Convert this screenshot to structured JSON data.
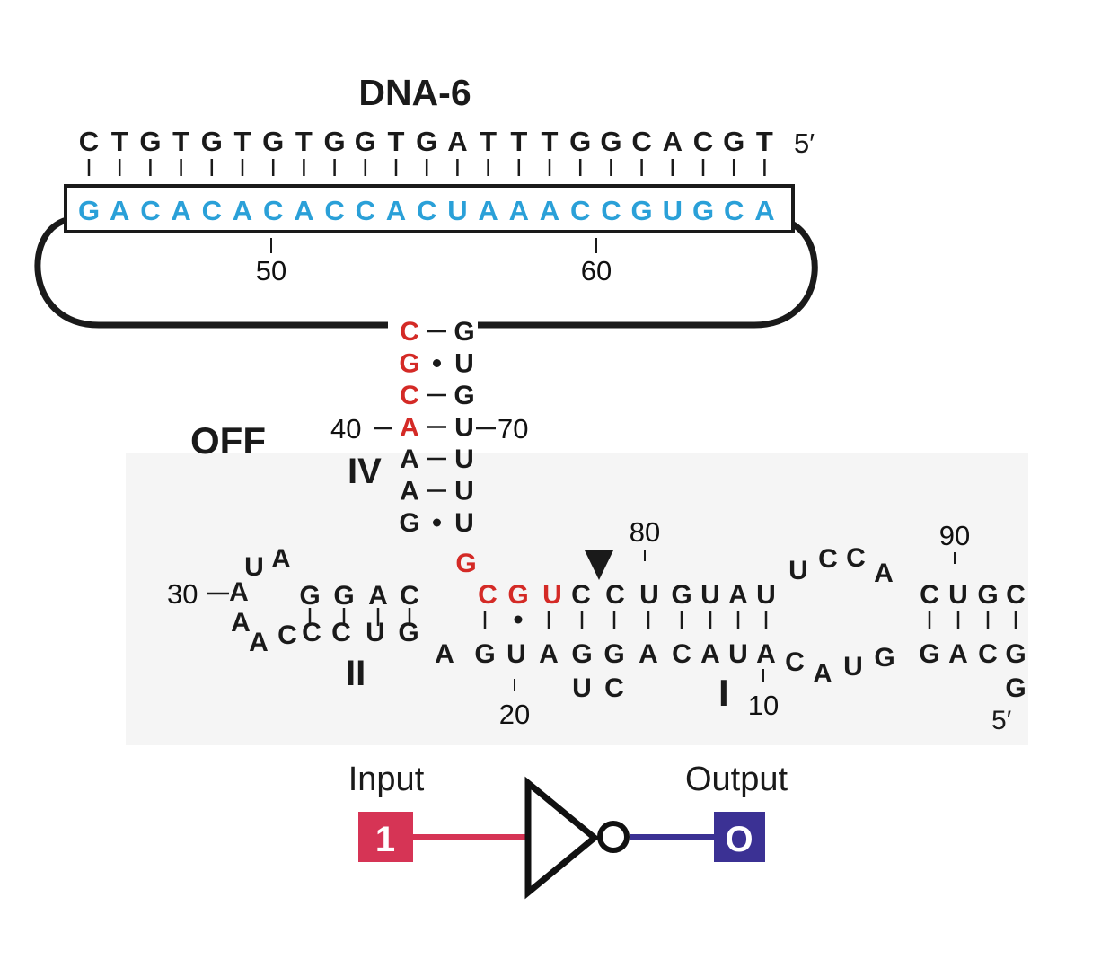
{
  "title": "DNA-6",
  "state_label": "OFF",
  "dna_sequence": [
    "C",
    "T",
    "G",
    "T",
    "G",
    "T",
    "G",
    "T",
    "G",
    "G",
    "T",
    "G",
    "A",
    "T",
    "T",
    "T",
    "G",
    "G",
    "C",
    "A",
    "C",
    "G",
    "T"
  ],
  "dna_end_label": "5′",
  "rna_boxed_sequence": [
    "G",
    "A",
    "C",
    "A",
    "C",
    "A",
    "C",
    "A",
    "C",
    "C",
    "A",
    "C",
    "U",
    "A",
    "A",
    "A",
    "C",
    "C",
    "G",
    "U",
    "G",
    "C",
    "A"
  ],
  "ruler": {
    "mark_50": "50",
    "mark_60": "60"
  },
  "stem_iv": {
    "label": "IV",
    "left": [
      "C",
      "G",
      "C",
      "A",
      "A",
      "A",
      "G"
    ],
    "right": [
      "G",
      "U",
      "G",
      "U",
      "U",
      "U",
      "U"
    ],
    "pair_symbols": [
      "–",
      "•",
      "–",
      "–",
      "–",
      "–",
      "•"
    ],
    "pos_40": "40",
    "pos_70": "70"
  },
  "stem_ii": {
    "label": "II",
    "upper": [
      "G",
      "G",
      "A",
      "C"
    ],
    "lower": [
      "C",
      "C",
      "U",
      "G"
    ],
    "loop_top": [
      "U",
      "A"
    ],
    "loop_left": [
      "A",
      "A"
    ],
    "loop_bottom": [
      "A",
      "C"
    ],
    "pos_30": "30"
  },
  "stem_i": {
    "label": "I",
    "top": [
      "C",
      "G",
      "U",
      "C",
      "C",
      "U",
      "G",
      "U",
      "A",
      "U"
    ],
    "top_red_count": 3,
    "junction_red": "G",
    "bottom": [
      "A",
      "G",
      "U",
      "A",
      "G",
      "G",
      "A",
      "C",
      "A",
      "U",
      "A"
    ],
    "bulge": [
      "U",
      "C"
    ],
    "pos_80": "80",
    "pos_20": "20",
    "pos_10": "10"
  },
  "loop_ucca": [
    "U",
    "C",
    "C",
    "A"
  ],
  "strand_caug": [
    "C",
    "A",
    "U",
    "G"
  ],
  "stem_p": {
    "top": [
      "C",
      "U",
      "G",
      "C"
    ],
    "bottom": [
      "G",
      "A",
      "C",
      "G"
    ],
    "tail": "G",
    "end_label": "5′",
    "pos_90": "90"
  },
  "gate": {
    "input_label": "Input",
    "output_label": "Output",
    "input_value": "1",
    "output_value": "O",
    "input_color": "#d63455",
    "output_color": "#3b3194"
  },
  "colors": {
    "highlight_red": "#d42a26",
    "rna_blue": "#2aa0d8"
  }
}
